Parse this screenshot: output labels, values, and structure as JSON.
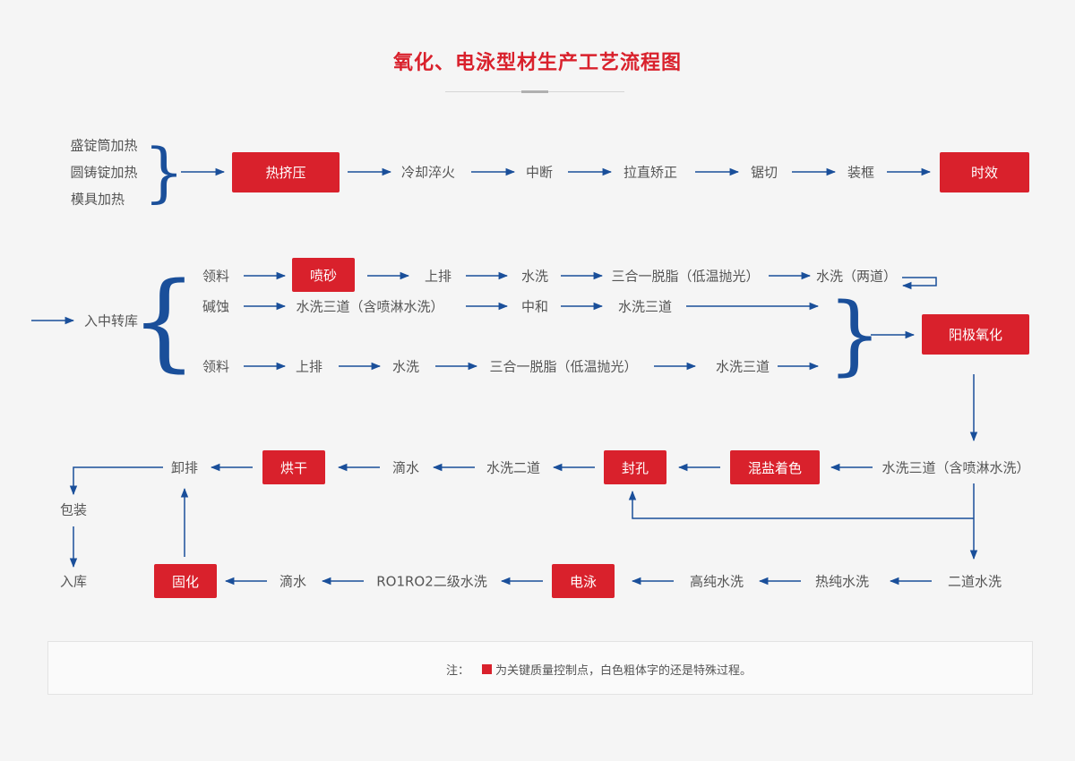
{
  "title": "氧化、电泳型材生产工艺流程图",
  "colors": {
    "key_box": "#d9212c",
    "arrow": "#1a4f9a",
    "background": "#f5f5f5"
  },
  "row1": {
    "inputs": [
      "盛锭筒加热",
      "圆铸锭加热",
      "模具加热"
    ],
    "extrusion": "热挤压",
    "steps": [
      "冷却淬火",
      "中断",
      "拉直矫正",
      "锯切",
      "装框"
    ],
    "aging": "时效"
  },
  "row2": {
    "start": "入中转库",
    "line_a": [
      "领料",
      "喷砂",
      "上排",
      "水洗",
      "三合一脱脂（低温抛光）",
      "水洗（两道）"
    ],
    "line_b": [
      "碱蚀",
      "水洗三道（含喷淋水洗）",
      "中和",
      "水洗三道"
    ],
    "line_c": [
      "领料",
      "上排",
      "水洗",
      "三合一脱脂（低温抛光）",
      "水洗三道"
    ],
    "anodize": "阳极氧化"
  },
  "row3": [
    "卸排",
    "烘干",
    "滴水",
    "水洗二道",
    "封孔",
    "混盐着色",
    "水洗三道（含喷淋水洗）"
  ],
  "row4": [
    "固化",
    "滴水",
    "RO1RO2二级水洗",
    "电泳",
    "高纯水洗",
    "热纯水洗",
    "二道水洗"
  ],
  "final": [
    "包装",
    "入库"
  ],
  "note": {
    "label": "注：",
    "text": "为关键质量控制点，白色粗体字的还是特殊过程。"
  }
}
